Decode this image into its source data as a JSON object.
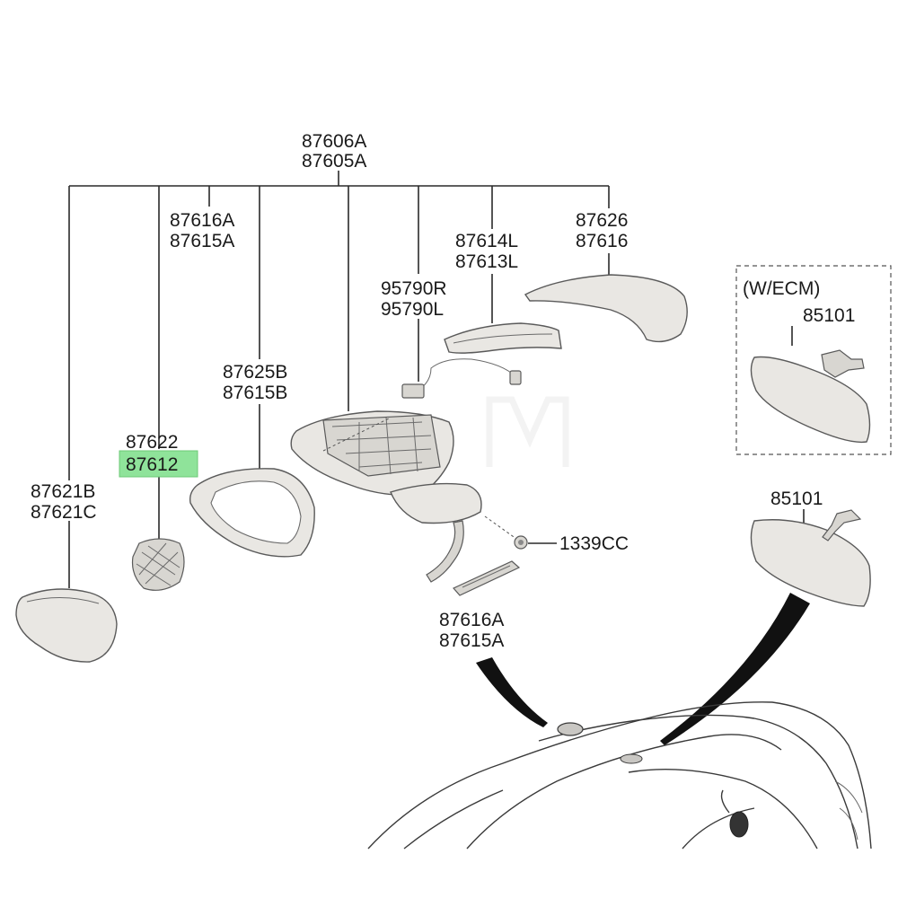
{
  "labels": {
    "top_a": "87606A",
    "top_b": "87605A",
    "housing_a": "87616A",
    "housing_b": "87615A",
    "cap_a": "87626",
    "cap_b": "87616",
    "lamp_a": "87614L",
    "lamp_b": "87613L",
    "harness_a": "95790R",
    "harness_b": "95790L",
    "scalp_a": "87625B",
    "scalp_b": "87615B",
    "glass_a": "87622",
    "glass_b": "87612",
    "cover_a": "87621B",
    "cover_b": "87621C",
    "screw": "1339CC",
    "bottom_a": "87616A",
    "bottom_b": "87615A",
    "ecm_title": "(W/ECM)",
    "ecm_part": "85101",
    "rear_mirror": "85101"
  },
  "colors": {
    "highlight": "#8fe39a",
    "line": "#2a2a2a",
    "part_fill": "#e9e7e3"
  }
}
